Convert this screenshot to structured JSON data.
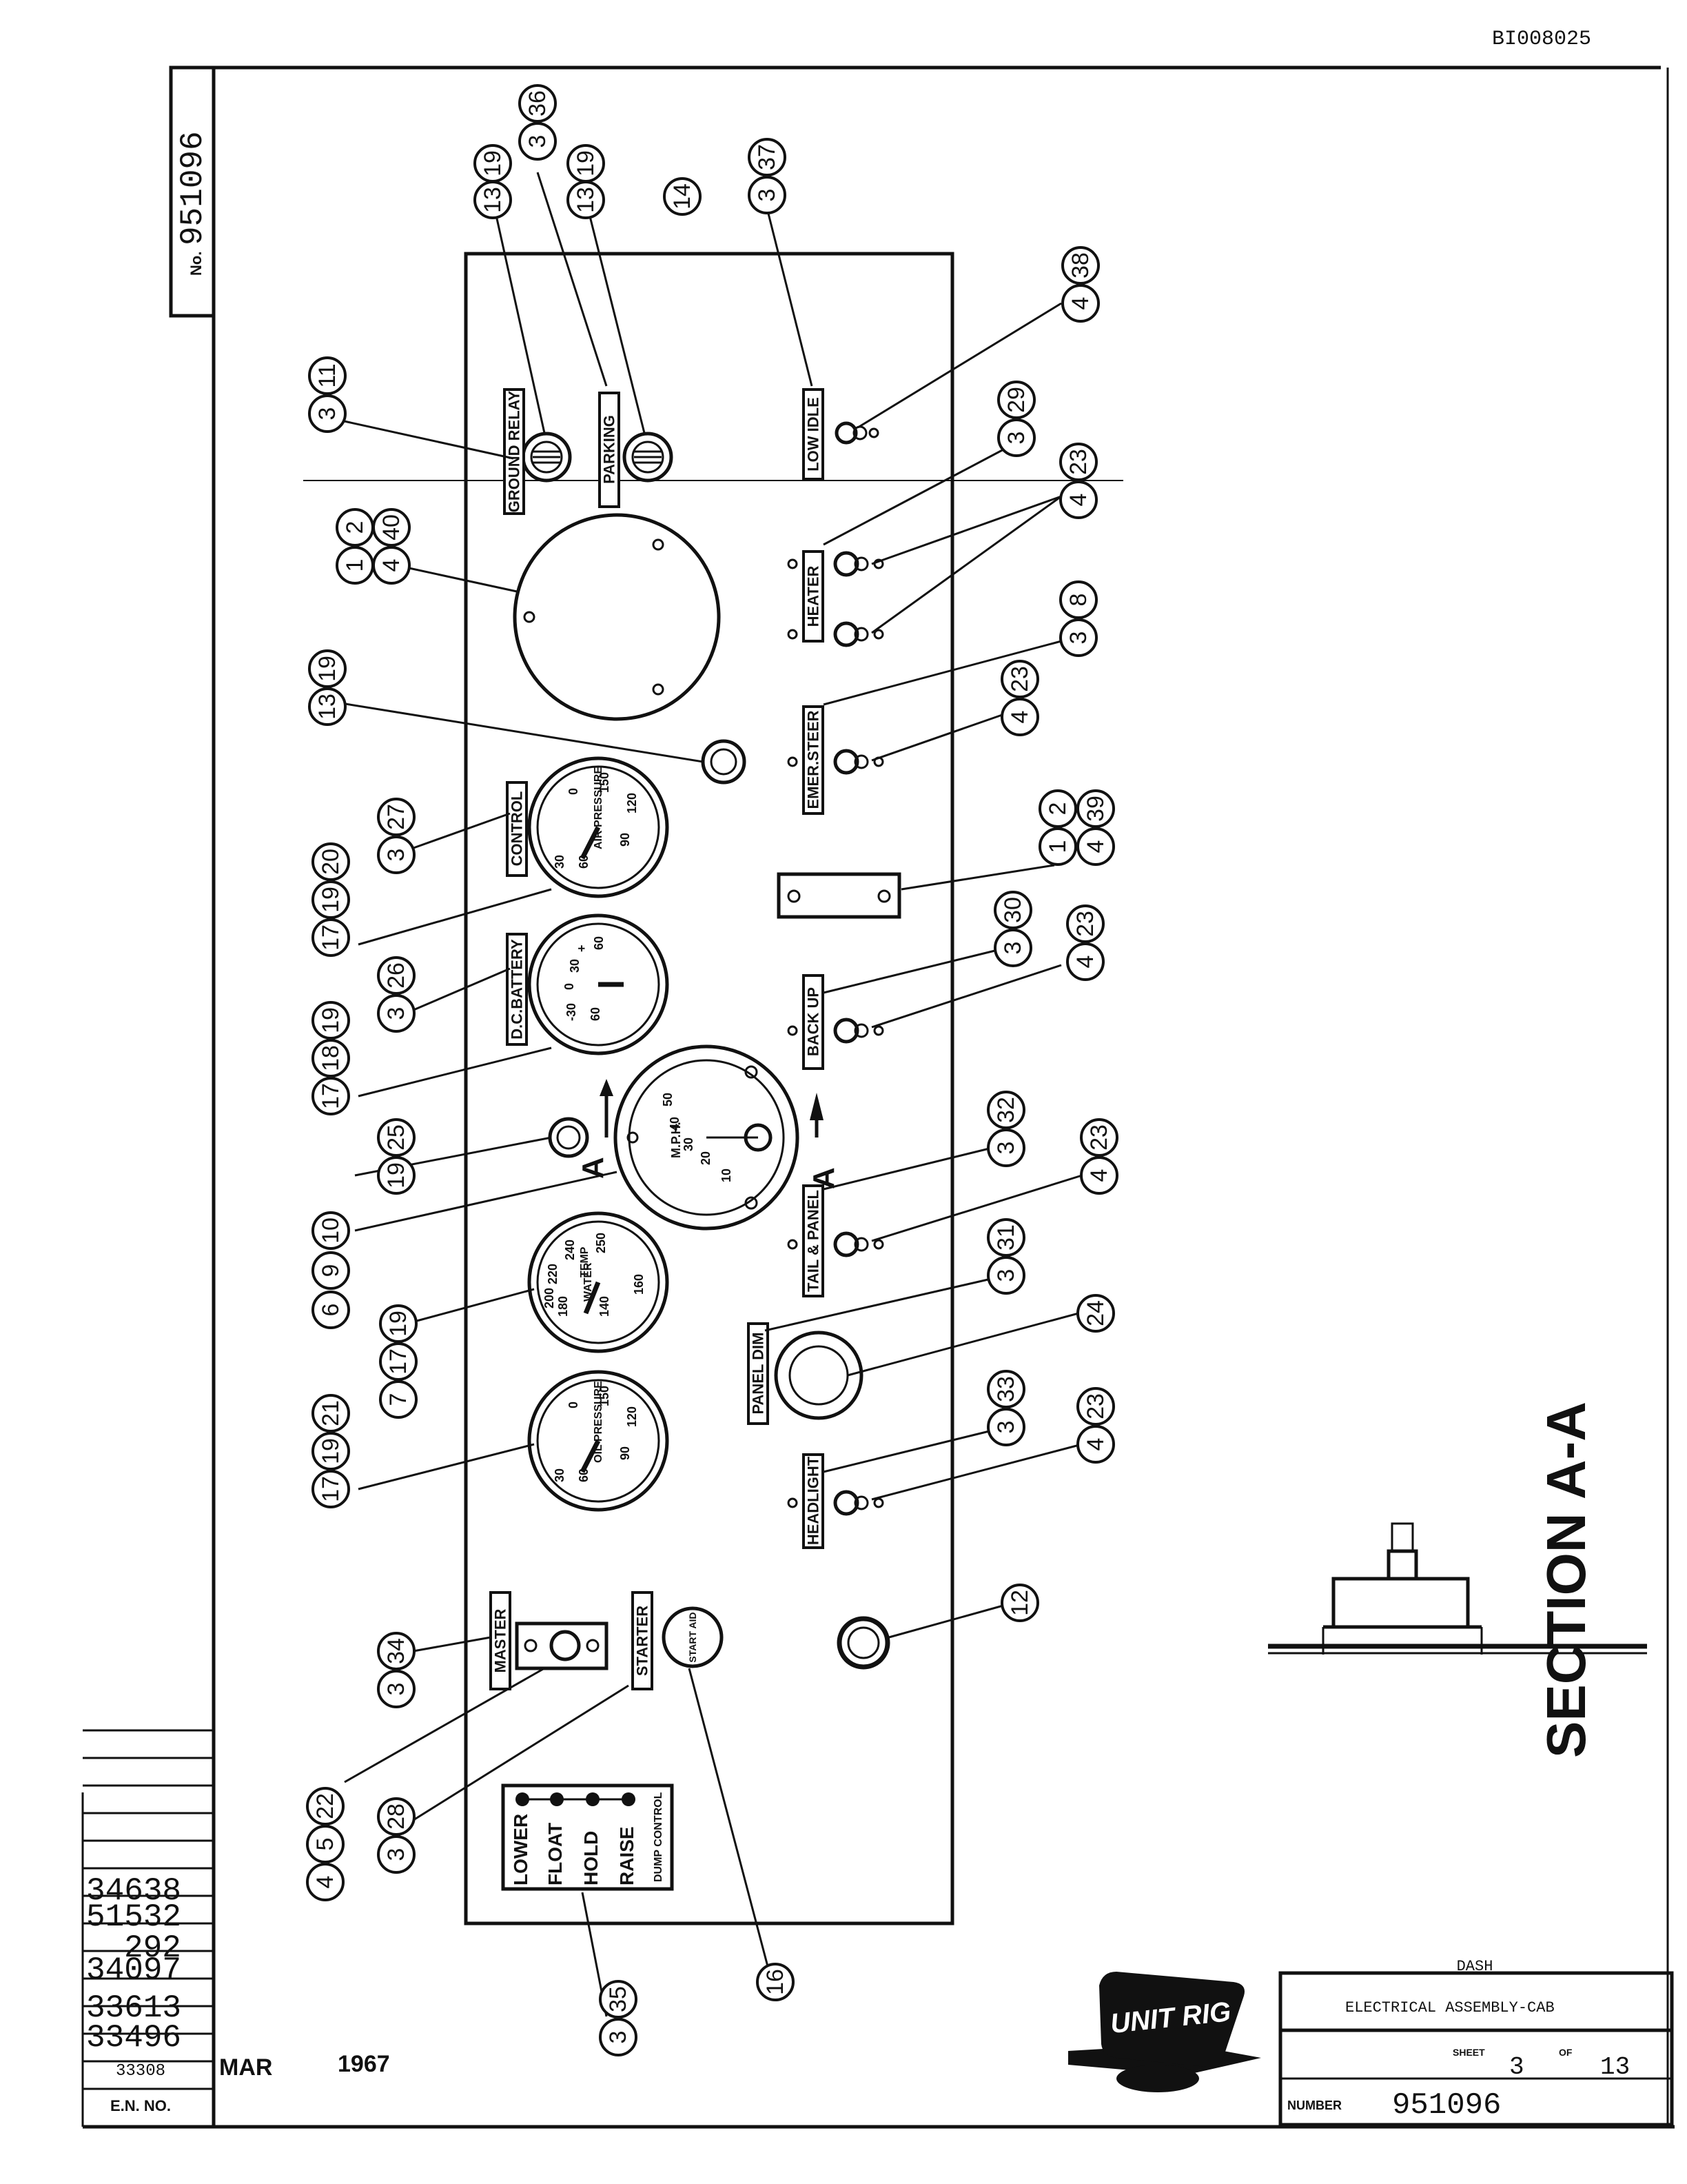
{
  "doc_id": "BI008025",
  "drawing_number_vertical": "951096",
  "drawing_number_vertical_prefix": "No.",
  "section_label": "SECTION A-A",
  "panel_labels": {
    "ground_relay": "GROUND RELAY",
    "parking": "PARKING",
    "low_idle": "LOW IDLE",
    "heater": "HEATER",
    "emer_steer": "EMER.STEER",
    "control": "CONTROL",
    "dc_battery": "D.C.BATTERY",
    "back_up": "BACK UP",
    "tail_panel": "TAIL & PANEL",
    "panel_dim": "PANEL DIM",
    "headlight": "HEADLIGHT",
    "master": "MASTER",
    "starter": "STARTER",
    "start_aid": "START AID",
    "mph": "M.P.H."
  },
  "gauges": {
    "air_pressure": {
      "name": "AIR PRESSURE",
      "ticks": [
        "30",
        "60",
        "90",
        "120",
        "150",
        "0"
      ]
    },
    "dc_battery": {
      "ticks": [
        "-30",
        "0",
        "30",
        "+",
        "60",
        "60"
      ]
    },
    "water": {
      "name": "WATER",
      "unit": "TEMP",
      "ticks": [
        "140",
        "160",
        "180",
        "200",
        "220",
        "240",
        "250"
      ]
    },
    "oil_pressure": {
      "name": "OIL PRESSURE",
      "ticks": [
        "30",
        "60",
        "90",
        "120",
        "150",
        "0"
      ]
    },
    "speedometer": {
      "ticks": [
        "10",
        "20",
        "30",
        "40",
        "50"
      ]
    }
  },
  "dump_control": {
    "title": "DUMP CONTROL",
    "positions": [
      "LOWER",
      "FLOAT",
      "HOLD",
      "RAISE"
    ]
  },
  "balloons": [
    [
      "3",
      "36"
    ],
    [
      "13",
      "19"
    ],
    [
      "13",
      "19"
    ],
    [
      "14"
    ],
    [
      "3",
      "37"
    ],
    [
      "4",
      "38"
    ],
    [
      "3",
      "11"
    ],
    [
      "3",
      "29"
    ],
    [
      "4",
      "23"
    ],
    [
      "1",
      "2",
      "4",
      "40"
    ],
    [
      "3",
      "8"
    ],
    [
      "13",
      "19"
    ],
    [
      "4",
      "23"
    ],
    [
      "1",
      "2",
      "4",
      "39"
    ],
    [
      "3",
      "27"
    ],
    [
      "17",
      "19",
      "20"
    ],
    [
      "3",
      "30"
    ],
    [
      "4",
      "23"
    ],
    [
      "3",
      "26"
    ],
    [
      "17",
      "18",
      "19"
    ],
    [
      "3",
      "32"
    ],
    [
      "19",
      "25"
    ],
    [
      "4",
      "23"
    ],
    [
      "6",
      "9",
      "10"
    ],
    [
      "3",
      "31"
    ],
    [
      "7",
      "17",
      "19"
    ],
    [
      "24"
    ],
    [
      "3",
      "33"
    ],
    [
      "4",
      "23"
    ],
    [
      "17",
      "19",
      "21"
    ],
    [
      "12"
    ],
    [
      "3",
      "34"
    ],
    [
      "4",
      "5",
      "22"
    ],
    [
      "3",
      "28"
    ],
    [
      "3",
      "35"
    ],
    [
      "16"
    ]
  ],
  "revision_block": {
    "ecn_list": [
      "34638",
      "51532",
      "292",
      "34097",
      "33613",
      "33496",
      "33308"
    ],
    "label": "E.N. NO.",
    "month": "MAR",
    "year": "1967"
  },
  "title_block": {
    "logo_text": "UNIT RIG",
    "area": "DASH",
    "title": "ELECTRICAL ASSEMBLY-CAB",
    "sheet_label": "SHEET",
    "sheet": "3",
    "of_label": "OF",
    "total_sheets": "13",
    "number_label": "NUMBER",
    "number": "951096"
  }
}
